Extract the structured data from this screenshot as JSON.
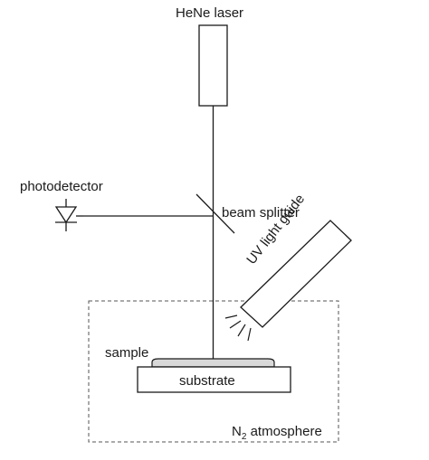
{
  "labels": {
    "laser": "HeNe laser",
    "photodetector": "photodetector",
    "beam_splitter": "beam splitter",
    "uv_light_guide": "UV light guide",
    "sample": "sample",
    "substrate": "substrate",
    "atmosphere_prefix": "N",
    "atmosphere_subscript": "2",
    "atmosphere_suffix": " atmosphere"
  },
  "colors": {
    "line": "#1a1a1a",
    "sample_fill": "#d9d9d9",
    "enclosure": "#555555"
  }
}
